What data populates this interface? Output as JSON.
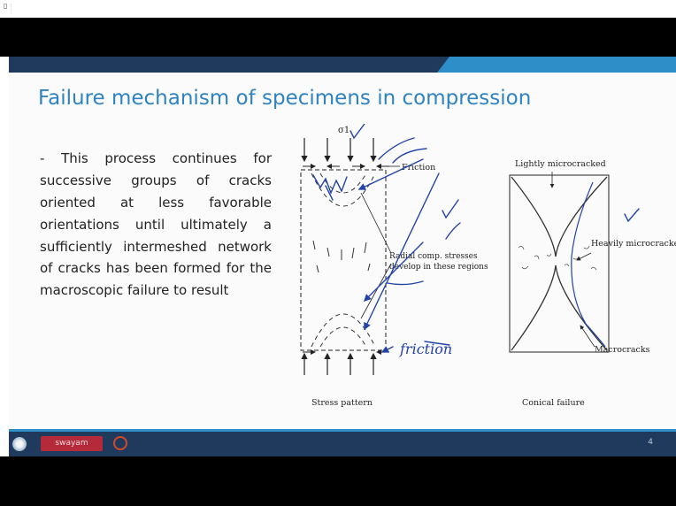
{
  "slide": {
    "title": "Failure mechanism of specimens in compression",
    "body": "- This process continues for successive groups of cracks oriented at less favorable orientations until ultimately a sufficiently intermeshed network of cracks has been formed for the macroscopic failure to result",
    "page_number": "4"
  },
  "figure": {
    "left_panel": {
      "stress_symbol": "σ1",
      "friction_label": "Friction",
      "radial_label_line1": "Radial comp. stresses",
      "radial_label_line2": "develop in these regions",
      "caption": "Stress pattern",
      "handwritten_note": "friction"
    },
    "right_panel": {
      "lightly_label": "Lightly microcracked",
      "heavily_label": "Heavily microcracked",
      "macro_label": "Macrocracks",
      "caption": "Conical failure"
    }
  },
  "footer": {
    "logo_text": "swayam"
  },
  "colors": {
    "title": "#2e83c0",
    "bar_dark": "#1f3a5c",
    "bar_accent": "#2e8ec7",
    "ink": "#2244aa"
  }
}
